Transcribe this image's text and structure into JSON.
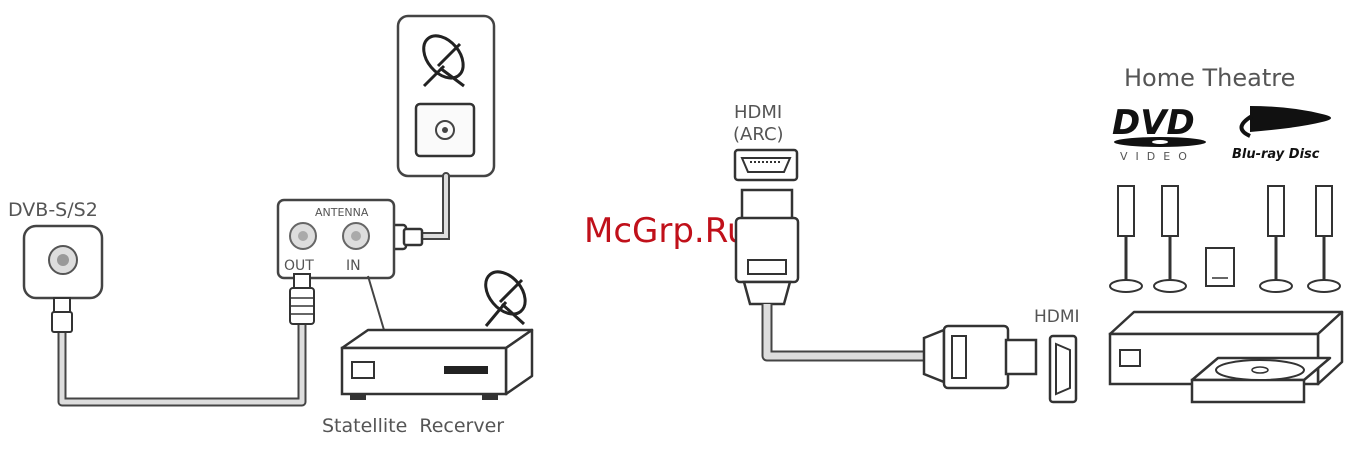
{
  "left_diagram": {
    "dvb_label": "DVB-S/S2",
    "antenna_label": "ANTENNA",
    "out_label": "OUT",
    "in_label": "IN",
    "receiver_label": "Statellite  Recerver"
  },
  "right_diagram": {
    "tv_port_label_line1": "HDMI",
    "tv_port_label_line2": "(ARC)",
    "ht_port_label": "HDMI",
    "home_theatre_label": "Home Theatre",
    "dvd_logo": "DVD",
    "dvd_sub": "VIDEO",
    "bluray_logo": "Blu-ray Disc"
  },
  "watermark": "McGrp.Ru",
  "icons": [
    "satellite-dish-icon",
    "wall-socket-icon",
    "dvd-video-logo",
    "bluray-disc-logo"
  ]
}
